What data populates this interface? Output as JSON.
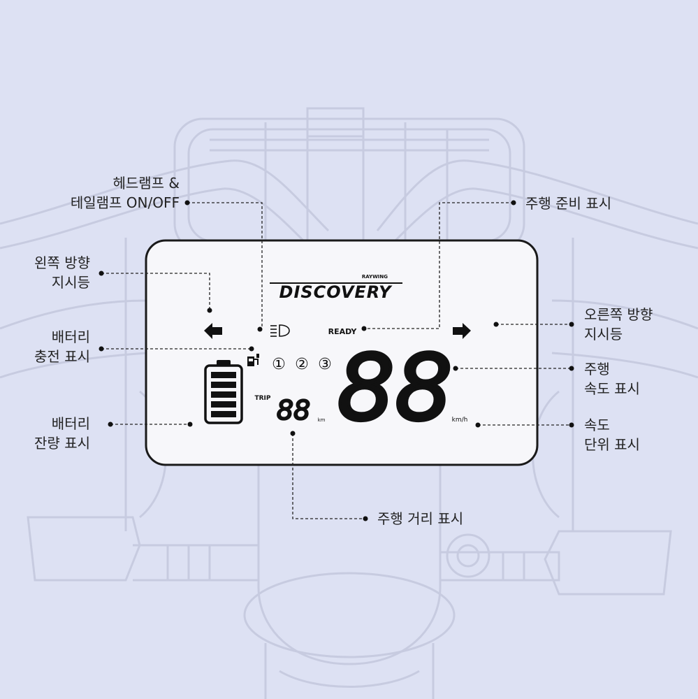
{
  "display": {
    "brand": "DISCOVERY",
    "brand_small": "RAYWING",
    "ready": "READY",
    "trip": "TRIP",
    "trip_value": "88",
    "trip_unit": "km",
    "speed_value": "88",
    "speed_unit": "km/h",
    "modes": [
      "①",
      "②",
      "③"
    ],
    "battery_bars": 5
  },
  "labels": {
    "headlamp": [
      "헤드램프 &",
      "테일램프 ON/OFF"
    ],
    "left_turn": [
      "왼쪽 방향",
      "지시등"
    ],
    "battery_charge": [
      "배터리",
      "충전 표시"
    ],
    "battery_level": [
      "배터리",
      "잔량 표시"
    ],
    "ready": [
      "주행 준비 표시"
    ],
    "right_turn": [
      "오른쪽 방향",
      "지시등"
    ],
    "speed": [
      "주행",
      "속도 표시"
    ],
    "speed_unit": [
      "속도",
      "단위 표시"
    ],
    "trip": [
      "주행 거리 표시"
    ]
  }
}
